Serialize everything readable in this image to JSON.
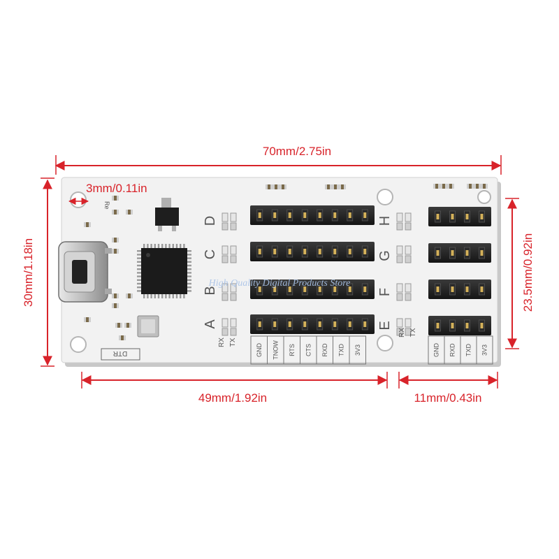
{
  "dimensions": {
    "width_total": "70mm/2.75in",
    "hole_offset": "3mm/0.11in",
    "height_total": "30mm/1.18in",
    "header_height": "23.5mm/0.92in",
    "left_section": "49mm/1.92in",
    "right_section": "11mm/0.43in",
    "dimension_color": "#d8232a"
  },
  "board": {
    "pcb_color": "#f2f2f2",
    "left_ports": [
      "A",
      "B",
      "C",
      "D"
    ],
    "right_ports": [
      "E",
      "F",
      "G",
      "H"
    ],
    "left_pins": [
      "GND",
      "TNOW",
      "RTS",
      "CTS",
      "RXD",
      "TXD",
      "3V3"
    ],
    "right_pins": [
      "GND",
      "RXD",
      "TXD",
      "3V3"
    ],
    "led_labels": [
      "RX",
      "TX"
    ],
    "dtr_label": "DTR",
    "reset_label": "Re"
  },
  "watermark": "High Quality Digital Products Store"
}
